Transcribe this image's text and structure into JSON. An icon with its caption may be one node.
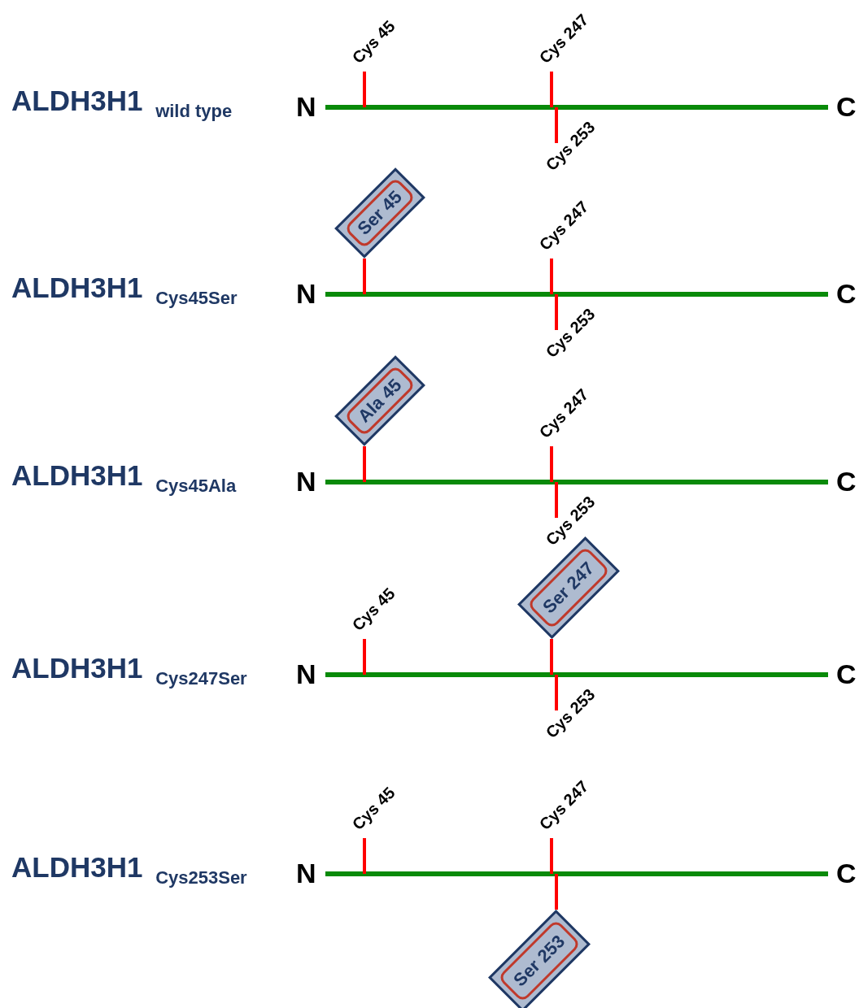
{
  "diagram": {
    "nodes": [
      {
        "text": [
          "Ser 45"
        ]
      },
      {
        "text": [
          "Ala 45"
        ]
      },
      {
        "text": [
          "Ser 247"
        ]
      },
      {
        "text": [
          "Ser 253"
        ]
      }
    ],
    "edges": [
      {
        "from": 0,
        "to": null,
        "arrow": "none"
      },
      {
        "from": 1,
        "to": null,
        "arrow": "none"
      },
      {
        "from": 2,
        "to": null,
        "arrow": "none"
      },
      {
        "from": 3,
        "to": null,
        "arrow": "none"
      }
    ],
    "labels": [
      "ALDH3H1 $_{wild type}$",
      "N",
      "Cys 45",
      "Cys 247",
      "Cys 253",
      "C",
      "ALDH3H1 $_{Cys45Ser}$",
      "N",
      "Cys 247",
      "Cys 253",
      "C",
      "ALDH3H1 $_{Cys45Ala}$",
      "N",
      "Cys 247",
      "Cys 253",
      "C",
      "ALDH3H1 $_{Cys247Ser}$",
      "N",
      "Cys 45",
      "Cys 253",
      "C",
      "ALDH3H1 $_{Cys253Ser}$",
      "N",
      "Cys 45",
      "Cys 247",
      "C"
    ]
  }
}
